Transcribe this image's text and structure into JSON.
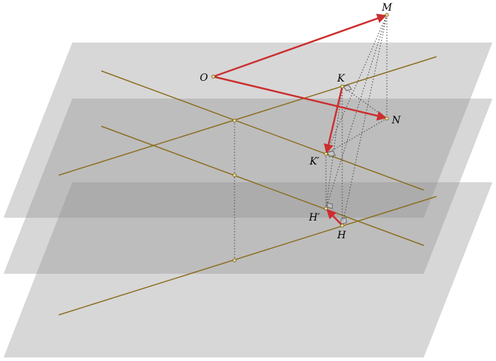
{
  "labels": {
    "O": "O",
    "M": "M",
    "K": "K",
    "N": "N",
    "K_prime": "K′",
    "H_prime": "H′",
    "H": "H"
  },
  "colors": {
    "plane": "#8c8c8c",
    "line": "#8b6d1e",
    "vector": "#cc2e2e",
    "dotted": "#555555",
    "point_fill": "#f2e49a"
  }
}
